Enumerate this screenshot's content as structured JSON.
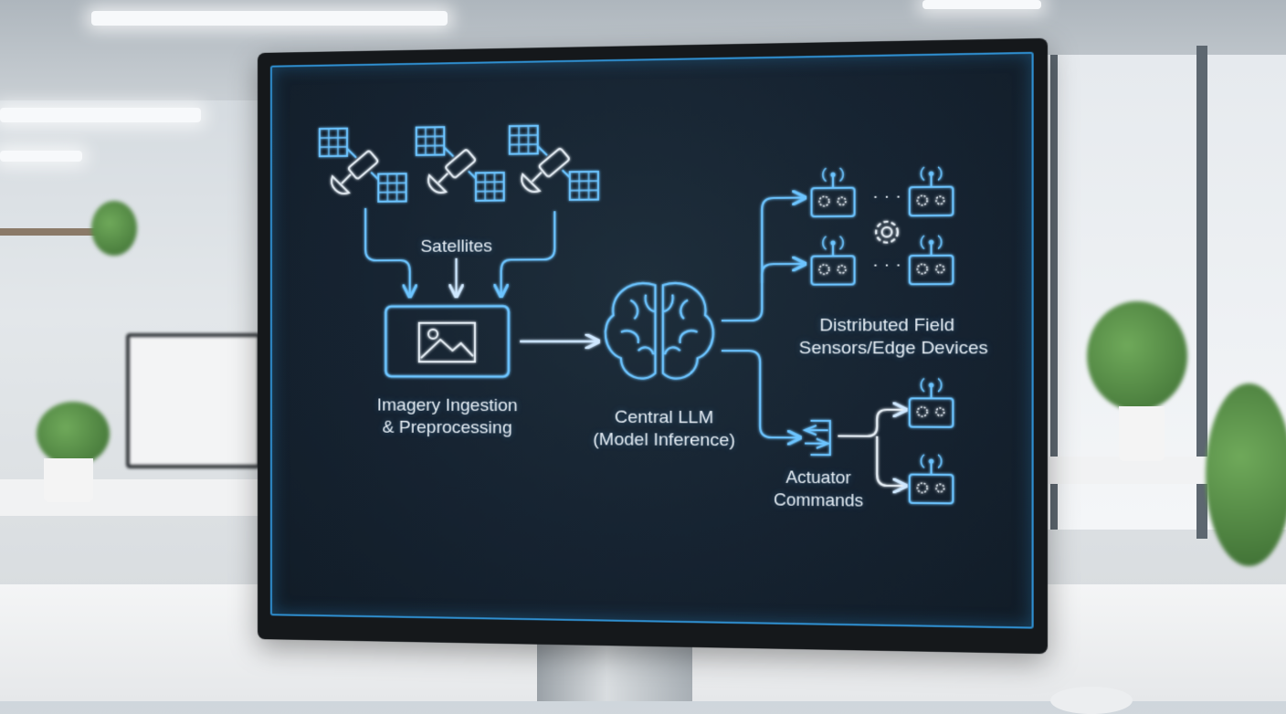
{
  "diagram": {
    "satellites_label": "Satellites",
    "ingestion_label_line1": "Imagery Ingestion",
    "ingestion_label_line2": "& Preprocessing",
    "llm_label_line1": "Central LLM",
    "llm_label_line2": "(Model Inference)",
    "sensors_label_line1": "Distributed Field",
    "sensors_label_line2": "Sensors/Edge Devices",
    "actuator_label_line1": "Actuator",
    "actuator_label_line2": "Commands",
    "ellipsis": "· · ·",
    "icons": [
      "satellite-icon",
      "image-icon",
      "brain-icon",
      "edge-device-icon",
      "gear-icon",
      "actuator-icon"
    ],
    "colors": {
      "accent": "#6cc4ff",
      "screen": "#162331",
      "text": "#e6eef5"
    }
  }
}
